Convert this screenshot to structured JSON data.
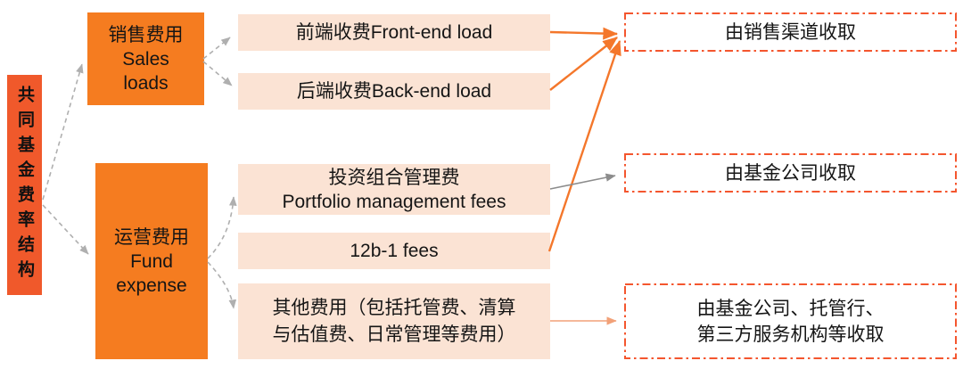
{
  "diagram": {
    "root": {
      "label": "共同基金费率结构"
    },
    "categories": [
      {
        "id": "sales-loads",
        "lines": [
          "销售费用",
          "Sales",
          "loads"
        ]
      },
      {
        "id": "fund-expense",
        "lines": [
          "运营费用",
          "Fund",
          "expense"
        ]
      }
    ],
    "fees": [
      {
        "id": "front-end-load",
        "lines": [
          "前端收费Front-end load"
        ]
      },
      {
        "id": "back-end-load",
        "lines": [
          "后端收费Back-end load"
        ]
      },
      {
        "id": "portfolio-management-fees",
        "lines": [
          "投资组合管理费",
          "Portfolio management fees"
        ]
      },
      {
        "id": "12b-1-fees",
        "lines": [
          "12b-1 fees"
        ]
      },
      {
        "id": "other-fees",
        "lines": [
          "其他费用（包括托管费、清算",
          "与估值费、日常管理等费用）"
        ]
      }
    ],
    "collectors": [
      {
        "id": "sales-channel",
        "lines": [
          "由销售渠道收取"
        ]
      },
      {
        "id": "fund-company",
        "lines": [
          "由基金公司收取"
        ]
      },
      {
        "id": "fund-company-custodian-third-party",
        "lines": [
          "由基金公司、托管行、",
          "第三方服务机构等收取"
        ]
      }
    ]
  },
  "colors": {
    "root_box": "#F0592B",
    "category_box": "#F57C20",
    "fee_box": "#FBE3D4",
    "collector_border": "#F4562E",
    "arrow_orange": "#F4772B",
    "arrow_gray": "#8C8C8C",
    "connector_gray": "#AFAFAF",
    "arrow_light": "#F2A178",
    "text": "#151515"
  }
}
